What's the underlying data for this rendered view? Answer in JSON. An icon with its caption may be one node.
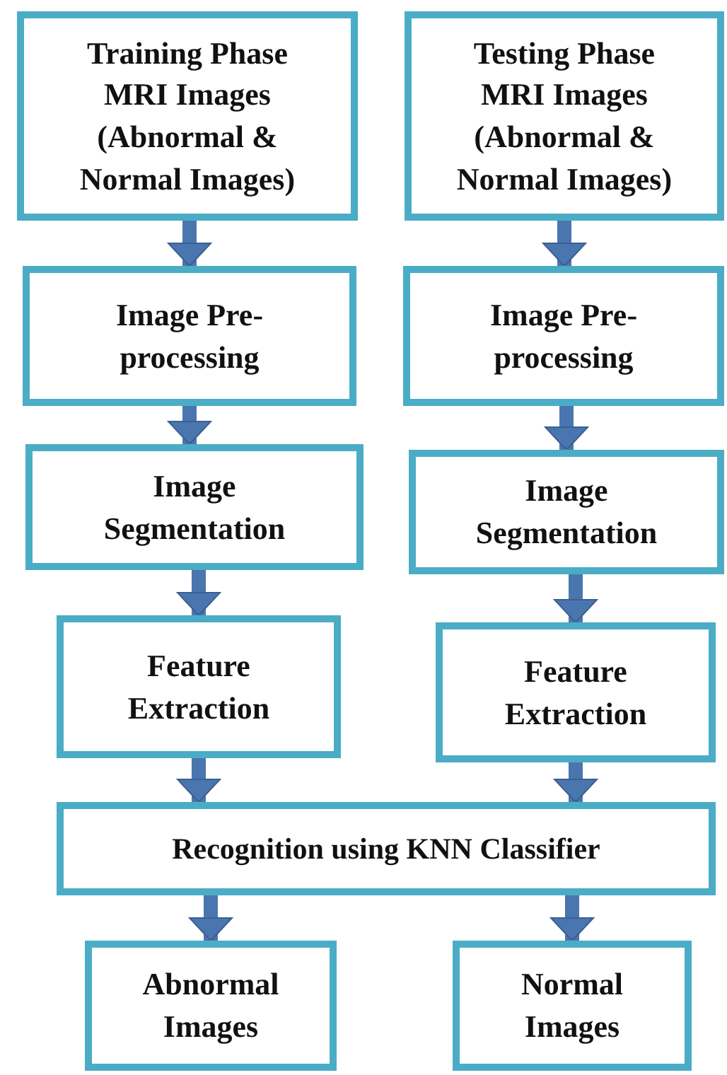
{
  "diagram": {
    "nodes": [
      {
        "text": [
          "Training Phase MRI Images (Abnormal & Normal Images)"
        ]
      },
      {
        "text": [
          "Testing Phase MRI Images (Abnormal & Normal Images)"
        ]
      },
      {
        "text": [
          "Image Pre-processing"
        ]
      },
      {
        "text": [
          "Image Pre-processing"
        ]
      },
      {
        "text": [
          "Image Segmentation"
        ]
      },
      {
        "text": [
          "Image Segmentation"
        ]
      },
      {
        "text": [
          "Feature Extraction"
        ]
      },
      {
        "text": [
          "Feature Extraction"
        ]
      },
      {
        "text": [
          "Recognition using KNN Classifier"
        ]
      },
      {
        "text": [
          "Abnormal Images"
        ]
      },
      {
        "text": [
          "Normal Images"
        ]
      }
    ],
    "edges": [
      {
        "from": 0,
        "to": 2,
        "arrow": "to"
      },
      {
        "from": 1,
        "to": 3,
        "arrow": "to"
      },
      {
        "from": 2,
        "to": 4,
        "arrow": "to"
      },
      {
        "from": 3,
        "to": 5,
        "arrow": "to"
      },
      {
        "from": 4,
        "to": 6,
        "arrow": "to"
      },
      {
        "from": 5,
        "to": 7,
        "arrow": "to"
      },
      {
        "from": 6,
        "to": 8,
        "arrow": "to"
      },
      {
        "from": 7,
        "to": 8,
        "arrow": "to"
      },
      {
        "from": 8,
        "to": 9,
        "arrow": "to"
      },
      {
        "from": 8,
        "to": 10,
        "arrow": "to"
      }
    ]
  }
}
